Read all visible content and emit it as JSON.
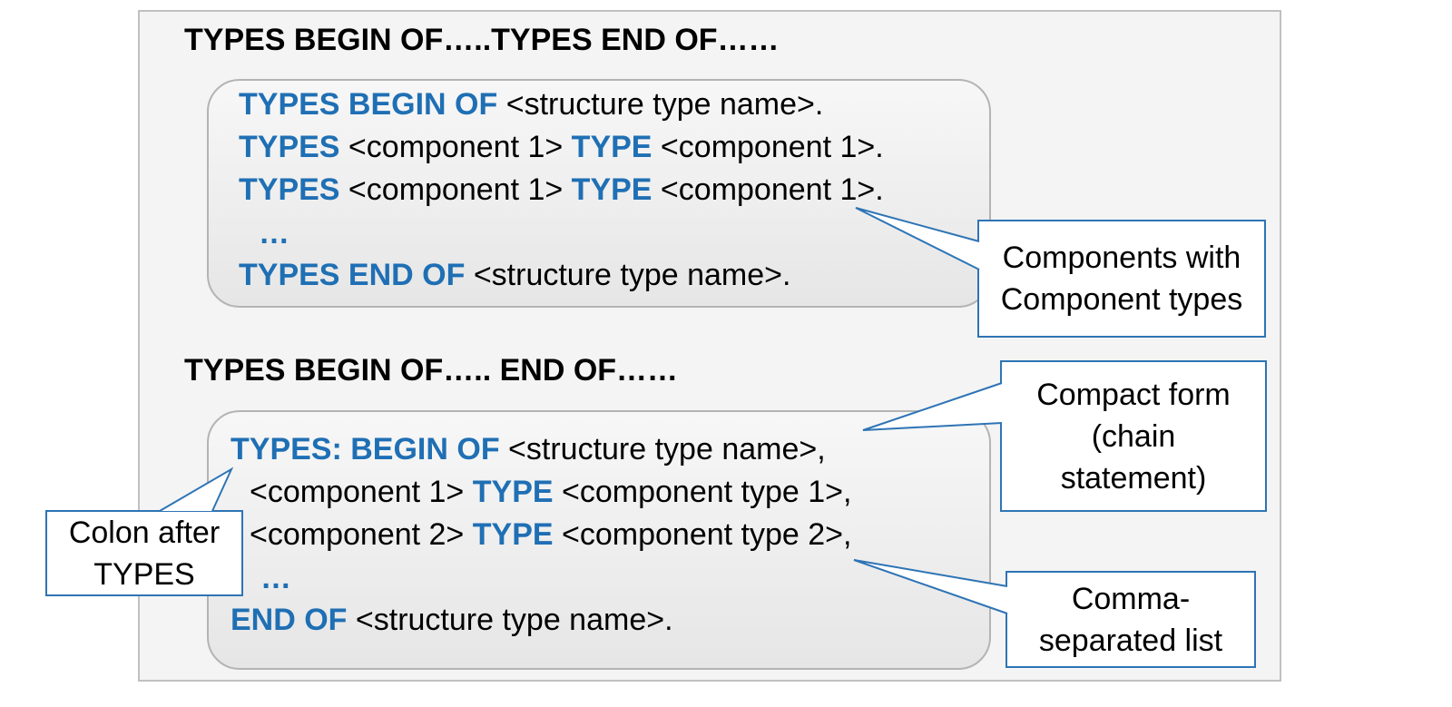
{
  "headings": {
    "top": "TYPES BEGIN OF…..TYPES END OF……",
    "bottom": "TYPES BEGIN OF….. END OF……"
  },
  "block_long": {
    "line1": {
      "kw1": "TYPES BEGIN OF",
      "t1": " <structure type name>."
    },
    "line2": {
      "kw1": "TYPES",
      "t1": " <component 1> ",
      "kw2": "TYPE",
      "t2": " <component 1>."
    },
    "line3": {
      "kw1": "TYPES",
      "t1": " <component 1> ",
      "kw2": "TYPE",
      "t2": " <component 1>."
    },
    "line4": {
      "kw1": "…"
    },
    "line5": {
      "kw1": "TYPES END OF",
      "t1": " <structure type name>."
    }
  },
  "block_compact": {
    "line1": {
      "kw1": "TYPES: BEGIN OF",
      "t1": " <structure type name>,"
    },
    "line2": {
      "t0": "<component 1> ",
      "kw2": "TYPE",
      "t2": " <component type 1>,"
    },
    "line3": {
      "t0": "<component 2> ",
      "kw2": "TYPE",
      "t2": " <component type 2>,"
    },
    "line4": {
      "kw1": "…"
    },
    "line5": {
      "kw1": "END OF",
      "t1": " <structure type name>."
    }
  },
  "callouts": {
    "components": [
      "Components with",
      "Component types"
    ],
    "compact": [
      "Compact form",
      "(chain",
      "statement)"
    ],
    "comma": [
      "Comma-",
      "separated list"
    ],
    "colon": [
      "Colon after",
      "TYPES"
    ]
  },
  "colors": {
    "keyword": "#1f6fb4",
    "callout_border": "#2e74b5",
    "frame_border": "#c0c0c0"
  }
}
